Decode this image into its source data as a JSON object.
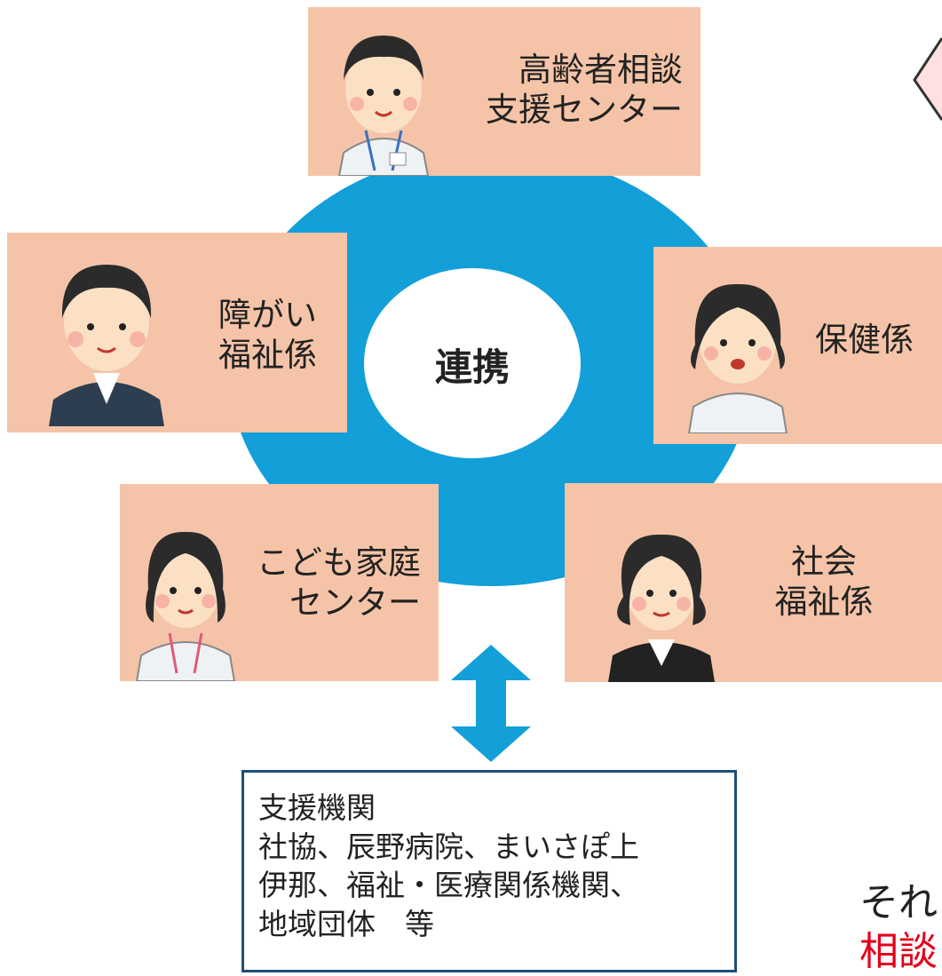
{
  "center": {
    "label": "連携"
  },
  "cards": {
    "elderly": {
      "label": "高齢者相談\n支援センター"
    },
    "disability": {
      "label": "障がい\n福祉係"
    },
    "health": {
      "label": "保健係"
    },
    "children": {
      "label": "こども家庭\nセンター"
    },
    "social": {
      "label": "社会\n福祉係"
    }
  },
  "support": {
    "text": "支援機関\n社協、辰野病院、まいさぽ上\n伊那、福祉・医療関係機関、\n地域団体　等"
  },
  "bottom_text": {
    "line1": "それ",
    "line2": "相談"
  },
  "colors": {
    "ring": "#139fd8",
    "card": "#f5c4a8",
    "arrow": "#139fd8",
    "accent_red": "#e3001b",
    "box_border": "#1f4e79"
  }
}
